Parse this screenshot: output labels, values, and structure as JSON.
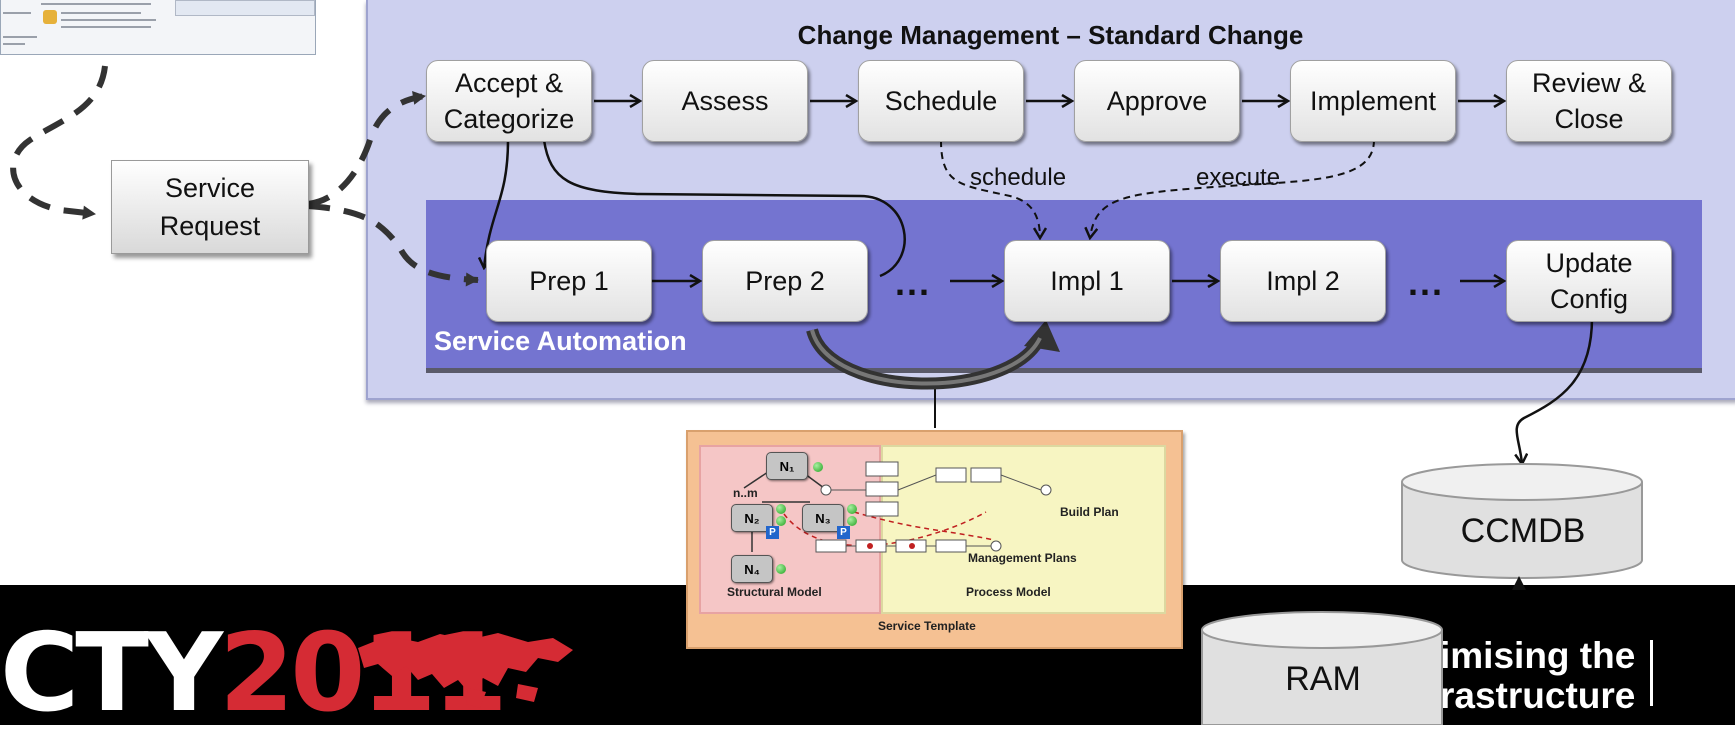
{
  "title": "Change Management – Standard Change",
  "service_automation_label": "Service Automation",
  "service_request": "Service\nRequest",
  "change_steps": [
    "Accept &\nCategorize",
    "Assess",
    "Schedule",
    "Approve",
    "Implement",
    "Review &\nClose"
  ],
  "automation_steps": [
    "Prep 1",
    "Prep 2",
    "Impl 1",
    "Impl 2",
    "Update\nConfig"
  ],
  "ellipsis": "...",
  "edge_labels": {
    "schedule": "schedule",
    "execute": "execute"
  },
  "service_template": {
    "title": "Service Template",
    "structural_model": "Structural Model",
    "process_model": "Process Model",
    "build_plan": "Build Plan",
    "management_plans": "Management Plans",
    "multiplicity": "n..m",
    "nodes": [
      "N₁",
      "N₂",
      "N₃",
      "N₄"
    ],
    "badge": "P"
  },
  "databases": {
    "ccmdb": "CCMDB",
    "ram": "RAM"
  },
  "banner": {
    "logo_white": "CTY",
    "logo_red": "2011",
    "tagline_line1": "imising the",
    "tagline_line2": "rastructure"
  },
  "colors": {
    "panel": "#cdd0ef",
    "automation": "#7474d0",
    "logo_red": "#d52b34"
  }
}
